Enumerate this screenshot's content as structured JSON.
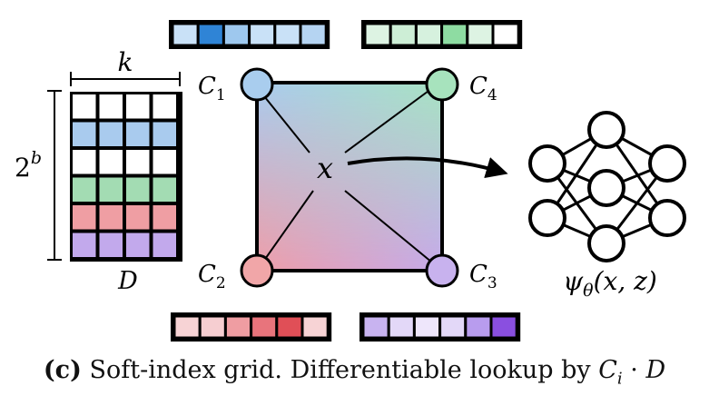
{
  "table": {
    "width_label": "k",
    "height_label_base": "2",
    "height_label_exp": "b",
    "name_label": "D",
    "rows": [
      {
        "fill": "#ffffff"
      },
      {
        "fill": "#a9cbee"
      },
      {
        "fill": "#ffffff"
      },
      {
        "fill": "#a3dcb3"
      },
      {
        "fill": "#ef9ea3"
      },
      {
        "fill": "#c2a9ec"
      }
    ]
  },
  "grid": {
    "point_label": "x",
    "corners": [
      {
        "label": "C",
        "sub": "1",
        "fill": "#a9cdee"
      },
      {
        "label": "C",
        "sub": "4",
        "fill": "#a7e3bd"
      },
      {
        "label": "C",
        "sub": "2",
        "fill": "#f1a6a8"
      },
      {
        "label": "C",
        "sub": "3",
        "fill": "#c8b2ee"
      }
    ],
    "colors": {
      "top_left": "#a9cbee",
      "top_right": "#a7e3c1",
      "bottom_left": "#ef9ea8",
      "bottom_right": "#c6aaeb"
    }
  },
  "vectors": {
    "c1": [
      "#c9e1f7",
      "#2f84d6",
      "#9ec8ee",
      "#c9e1f7",
      "#c9e1f7",
      "#b5d4f2"
    ],
    "c4": [
      "#ddf3e3",
      "#cdeed6",
      "#d6f1de",
      "#8edca2",
      "#ddf3e3",
      "#ffffff"
    ],
    "c2": [
      "#f7d3d5",
      "#f6ced1",
      "#ef9da2",
      "#e8747c",
      "#e04f57",
      "#f7d3d5"
    ],
    "c3": [
      "#c8b3f0",
      "#e3d8f8",
      "#eee6fb",
      "#e3d8f8",
      "#b89cee",
      "#8a4fe0"
    ]
  },
  "network": {
    "label_func": "ψ",
    "label_sub": "θ",
    "label_args": "(x, z)"
  },
  "caption": {
    "tag": "(c)",
    "text": " Soft-index grid. Differentiable lookup by ",
    "var": "C",
    "var_sub": "i",
    "op": " · ",
    "var2": "D"
  }
}
